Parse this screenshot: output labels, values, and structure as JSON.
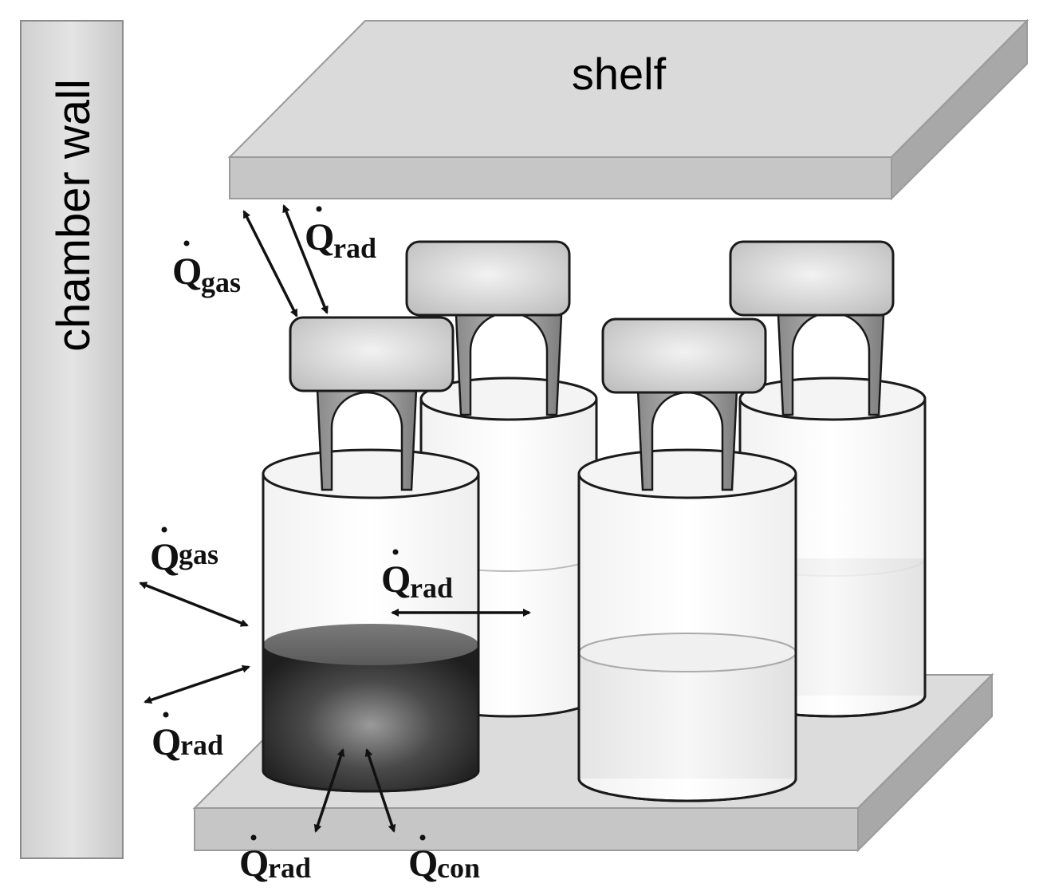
{
  "labels": {
    "chamber_wall": "chamber wall",
    "shelf": "shelf"
  },
  "heat_flows": {
    "top_gas": {
      "symbol": "Q",
      "subscript": "gas"
    },
    "top_rad": {
      "symbol": "Q",
      "subscript": "rad"
    },
    "side_gas": {
      "symbol": "Q",
      "subscript": "gas"
    },
    "side_rad": {
      "symbol": "Q",
      "subscript": "rad"
    },
    "between_vials_rad": {
      "symbol": "Q",
      "subscript": "rad"
    },
    "bottom_rad": {
      "symbol": "Q",
      "subscript": "rad"
    },
    "bottom_con": {
      "symbol": "Q",
      "subscript": "con"
    }
  },
  "colors": {
    "plate_top": "#d9d9d9",
    "plate_front": "#c4c4c4",
    "plate_side": "#a9a9a9",
    "product_dark": "#2e2e2e",
    "liquid_light": "#ececec"
  }
}
